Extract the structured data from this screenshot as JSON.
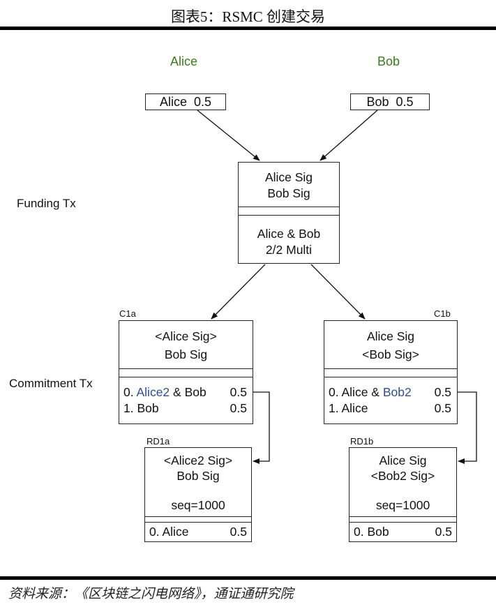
{
  "title": "图表5：RSMC 创建交易",
  "source": "资料来源：《区块链之闪电网络》，通证通研究院",
  "parties": {
    "left": "Alice",
    "right": "Bob"
  },
  "row_labels": {
    "funding": "Funding Tx",
    "commitment": "Commitment Tx"
  },
  "inputs": [
    {
      "label": "Alice  0.5"
    },
    {
      "label": "Bob  0.5"
    }
  ],
  "funding_tx": {
    "sigs": [
      "Alice Sig",
      "Bob Sig"
    ],
    "outputs": [
      "Alice & Bob",
      "2/2 Multi"
    ]
  },
  "c1a": {
    "tag": "C1a",
    "sigs": [
      "<Alice Sig>",
      "Bob Sig"
    ],
    "outputs": [
      {
        "prefix": "0. ",
        "highlight": "Alice2",
        "suffix": " & Bob",
        "amount": "0.5"
      },
      {
        "prefix": "1. Bob",
        "amount": "0.5"
      }
    ]
  },
  "c1b": {
    "tag": "C1b",
    "sigs": [
      "Alice Sig",
      "<Bob Sig>"
    ],
    "outputs": [
      {
        "prefix": "0. Alice & ",
        "highlight": "Bob2",
        "amount": "0.5"
      },
      {
        "prefix": "1. Alice",
        "amount": "0.5"
      }
    ]
  },
  "rd1a": {
    "tag": "RD1a",
    "sigs": [
      "<Alice2 Sig>",
      "Bob Sig"
    ],
    "seq": "seq=1000",
    "output": {
      "label": "0. Alice",
      "amount": "0.5"
    }
  },
  "rd1b": {
    "tag": "RD1b",
    "sigs": [
      "Alice Sig",
      "<Bob2 Sig>"
    ],
    "seq": "seq=1000",
    "output": {
      "label": "0. Bob",
      "amount": "0.5"
    }
  }
}
